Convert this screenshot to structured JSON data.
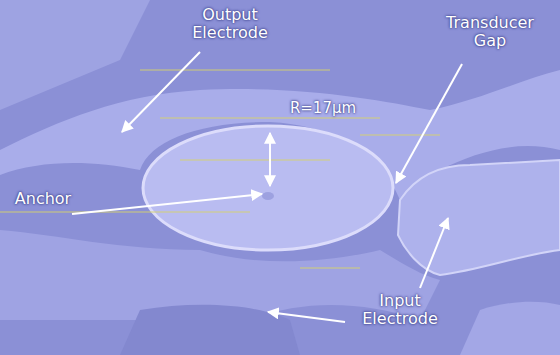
{
  "diagram": {
    "labels": [
      "Output Electrode",
      "Transducer Gap",
      "R=17μm",
      "Anchor",
      "Input Electrode"
    ]
  }
}
